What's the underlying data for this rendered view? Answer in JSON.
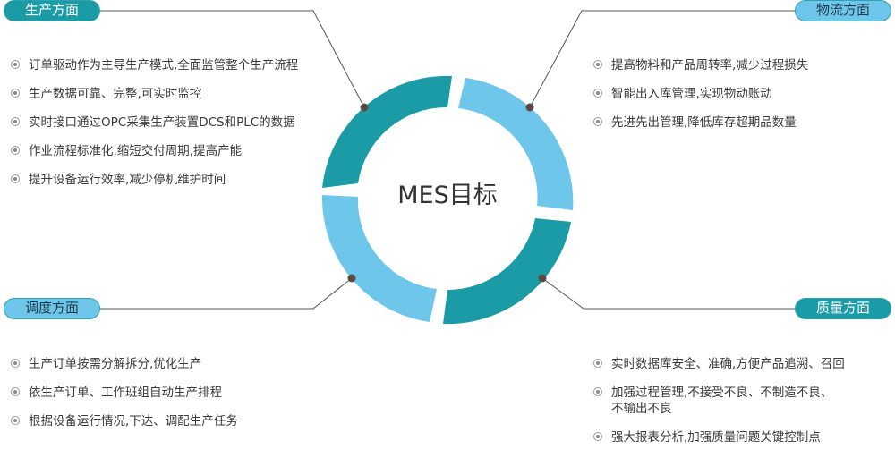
{
  "center": {
    "title": "MES目标"
  },
  "sections": {
    "production": {
      "title": "生产方面",
      "items": [
        "订单驱动作为主导生产模式,全面监管整个生产流程",
        "生产数据可靠、完整,可实时监控",
        "实时接口通过OPC采集生产装置DCS和PLC的数据",
        "作业流程标准化,缩短交付周期,提高产能",
        "提升设备运行效率,减少停机维护时间"
      ]
    },
    "logistics": {
      "title": "物流方面",
      "items": [
        "提高物料和产品周转率,减少过程损失",
        "智能出入库管理,实现物动账动",
        "先进先出管理,降低库存超期品数量"
      ]
    },
    "scheduling": {
      "title": "调度方面",
      "items": [
        "生产订单按需分解拆分,优化生产",
        "依生产订单、工作班组自动生产排程",
        "根据设备运行情况,下达、调配生产任务"
      ]
    },
    "quality": {
      "title": "质量方面",
      "items": [
        "实时数据库安全、准确,方便产品追溯、召回",
        "加强过程管理,不接受不良、不制造不良、\n不输出不良",
        "强大报表分析,加强质量问题关键控制点"
      ]
    }
  },
  "colors": {
    "teal": "#1a9ba6",
    "light_blue": "#6ec6ea",
    "line": "#555555",
    "dot": "#5a4a45"
  },
  "icons": {
    "bullet": "circle-dot-icon"
  }
}
